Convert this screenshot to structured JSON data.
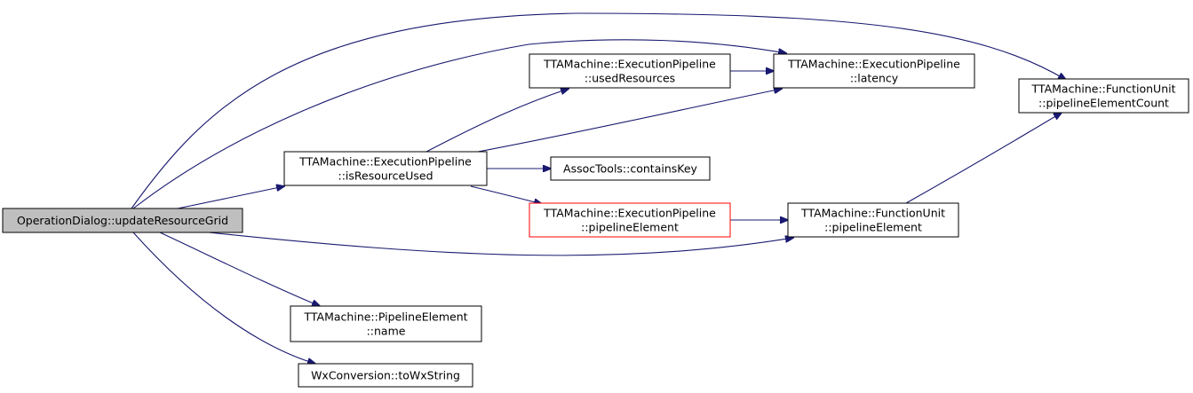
{
  "colors": {
    "edge": "#191970",
    "node_border": "#000000",
    "node_fill": "#ffffff",
    "root_fill": "#bfbfbf",
    "highlight_border": "#ff0000"
  },
  "nodes": [
    {
      "id": "updateResourceGrid",
      "lines": [
        "OperationDialog::updateResourceGrid"
      ],
      "style": "root"
    },
    {
      "id": "isResourceUsed",
      "lines": [
        "TTAMachine::ExecutionPipeline",
        "::isResourceUsed"
      ],
      "style": "normal"
    },
    {
      "id": "usedResources",
      "lines": [
        "TTAMachine::ExecutionPipeline",
        "::usedResources"
      ],
      "style": "normal"
    },
    {
      "id": "latency",
      "lines": [
        "TTAMachine::ExecutionPipeline",
        "::latency"
      ],
      "style": "normal"
    },
    {
      "id": "containsKey",
      "lines": [
        "AssocTools::containsKey"
      ],
      "style": "normal"
    },
    {
      "id": "epPipelineElement",
      "lines": [
        "TTAMachine::ExecutionPipeline",
        "::pipelineElement"
      ],
      "style": "highlight"
    },
    {
      "id": "fuPipelineElement",
      "lines": [
        "TTAMachine::FunctionUnit",
        "::pipelineElement"
      ],
      "style": "normal"
    },
    {
      "id": "pipelineElementCount",
      "lines": [
        "TTAMachine::FunctionUnit",
        "::pipelineElementCount"
      ],
      "style": "normal"
    },
    {
      "id": "peName",
      "lines": [
        "TTAMachine::PipelineElement",
        "::name"
      ],
      "style": "normal"
    },
    {
      "id": "toWxString",
      "lines": [
        "WxConversion::toWxString"
      ],
      "style": "normal"
    }
  ],
  "edges": [
    {
      "from": "updateResourceGrid",
      "to": "isResourceUsed"
    },
    {
      "from": "updateResourceGrid",
      "to": "latency"
    },
    {
      "from": "updateResourceGrid",
      "to": "pipelineElementCount"
    },
    {
      "from": "updateResourceGrid",
      "to": "fuPipelineElement"
    },
    {
      "from": "updateResourceGrid",
      "to": "peName"
    },
    {
      "from": "updateResourceGrid",
      "to": "toWxString"
    },
    {
      "from": "isResourceUsed",
      "to": "usedResources"
    },
    {
      "from": "isResourceUsed",
      "to": "latency"
    },
    {
      "from": "isResourceUsed",
      "to": "containsKey"
    },
    {
      "from": "isResourceUsed",
      "to": "epPipelineElement"
    },
    {
      "from": "usedResources",
      "to": "latency"
    },
    {
      "from": "epPipelineElement",
      "to": "fuPipelineElement"
    },
    {
      "from": "fuPipelineElement",
      "to": "pipelineElementCount"
    }
  ]
}
